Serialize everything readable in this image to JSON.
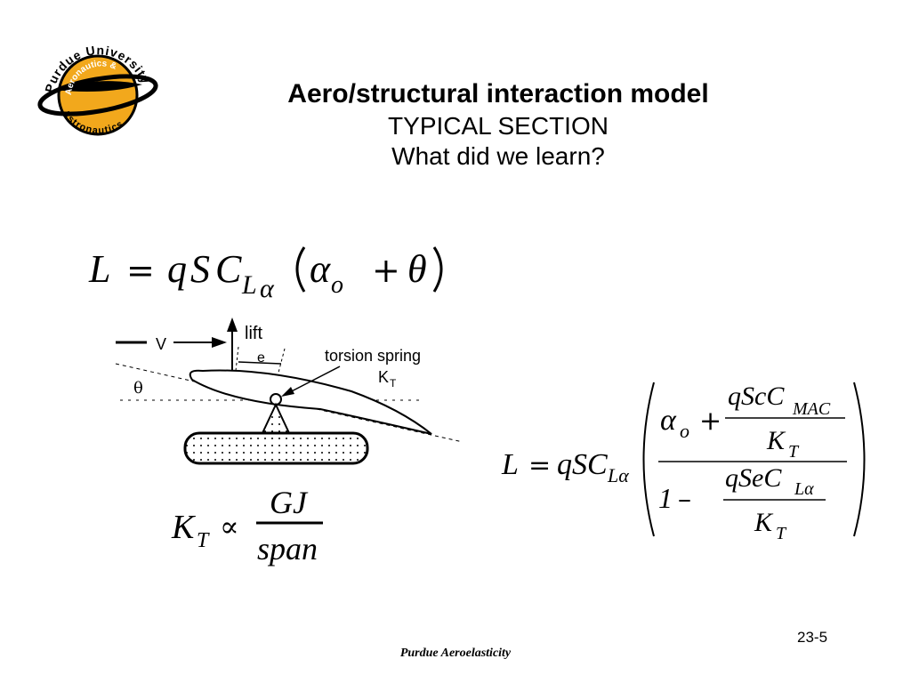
{
  "logo": {
    "text_top": "Purdue University",
    "text_middle": "Aeronautics &",
    "text_bottom": "Astronautics"
  },
  "title": {
    "main": "Aero/structural interaction model",
    "line2": "TYPICAL SECTION",
    "line3": "What did we learn?"
  },
  "equation_lift": {
    "lhs": "L",
    "equals": "=",
    "q": "q",
    "S": "S",
    "C": "C",
    "sub_L": "L",
    "sub_alpha": "α",
    "alpha": "α",
    "sub_o": "o",
    "plus": "+",
    "theta": "θ"
  },
  "diagram": {
    "velocity_label": "V",
    "lift_label": "lift",
    "offset_label": "e",
    "angle_label": "θ",
    "spring_label": "torsion spring",
    "spring_symbol": "K",
    "spring_subscript": "T"
  },
  "equation_stiffness": {
    "K": "K",
    "sub_T": "T",
    "proportional": "∝",
    "numerator": "GJ",
    "denominator": "span"
  },
  "equation_flexible_lift": {
    "lhs": "L",
    "equals": "=",
    "qSC": "qSC",
    "sub_La": "Lα",
    "alpha": "α",
    "sub_o": "o",
    "plus": "+",
    "frac1_num": "qScC",
    "frac1_num_sub": "MAC",
    "frac_den_K": "K",
    "frac_den_sub": "T",
    "one": "1",
    "minus": "–",
    "frac2_num": "qSeC",
    "frac2_num_sub": "Lα"
  },
  "footer": {
    "text": "Purdue Aeroelasticity",
    "page_number": "23-5"
  }
}
